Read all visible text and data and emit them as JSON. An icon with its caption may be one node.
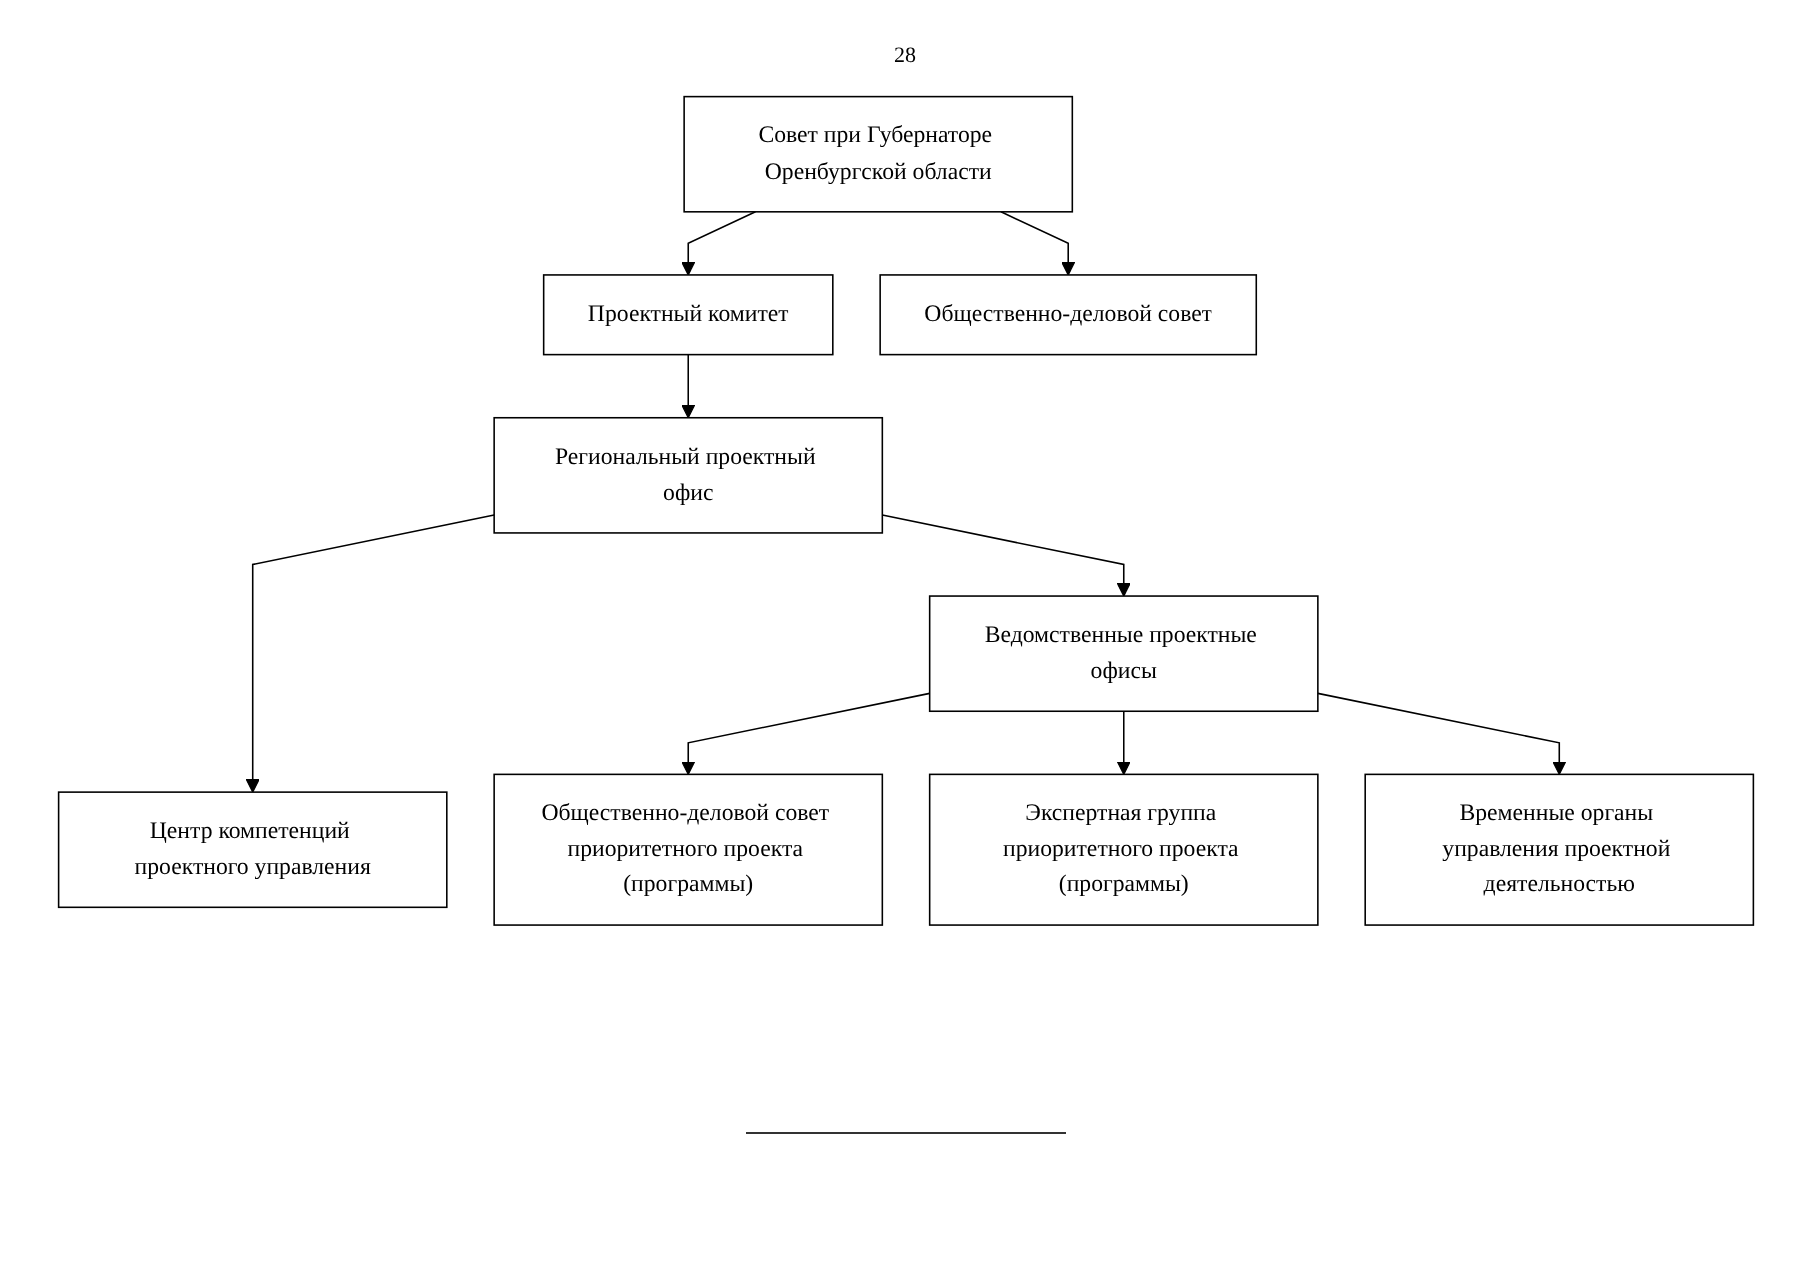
{
  "diagram": {
    "nodes": [
      {
        "text": [
          "Совет при Губернаторе Оренбургской области"
        ]
      },
      {
        "text": [
          "Общественно-деловой совет"
        ]
      },
      {
        "text": [
          "Проектный комитет"
        ]
      },
      {
        "text": [
          "Центр компетенций проектного управления"
        ]
      },
      {
        "text": [
          "Региональный проектный офис"
        ]
      },
      {
        "text": [
          "Общественно-деловой совет приоритетного проекта (программы)"
        ]
      },
      {
        "text": [
          "Ведомственные проектные офисы"
        ]
      },
      {
        "text": [
          "Экспертная группа приоритетного проекта (программы)"
        ]
      },
      {
        "text": [
          "Временные органы управления проектной деятельностью"
        ]
      }
    ],
    "edges": [
      {
        "from": 0,
        "to": 1,
        "arrow": "to"
      },
      {
        "from": 0,
        "to": 2,
        "arrow": "to"
      },
      {
        "from": 2,
        "to": 4,
        "arrow": "to"
      },
      {
        "from": 4,
        "to": 3,
        "arrow": "to"
      },
      {
        "from": 4,
        "to": 6,
        "arrow": "to"
      },
      {
        "from": 6,
        "to": 5,
        "arrow": "to"
      },
      {
        "from": 6,
        "to": 7,
        "arrow": "to"
      },
      {
        "from": 6,
        "to": 8,
        "arrow": "to"
      }
    ],
    "labels": [
      "28"
    ]
  }
}
